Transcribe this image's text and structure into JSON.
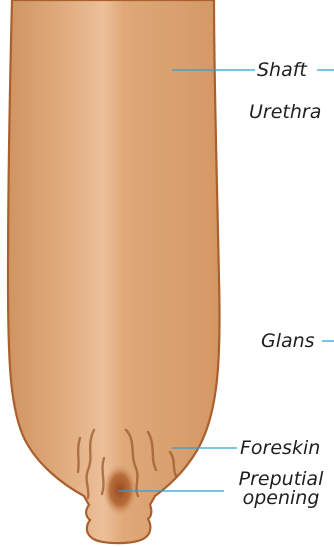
{
  "labels": {
    "shaft": "Shaft",
    "urethra": "Urethra",
    "glans": "Glans",
    "foreskin": "Foreskin",
    "preputial_line1": "Preputial",
    "preputial_line2": "opening"
  },
  "colors": {
    "skin_light": "#e6b78f",
    "skin_base": "#d9a273",
    "skin_outline": "#a9602c",
    "fold_stroke": "#9c5a2d",
    "opening_center": "#9a4a1e",
    "leader_line": "#2ea0d8",
    "text": "#1f1f1f"
  }
}
